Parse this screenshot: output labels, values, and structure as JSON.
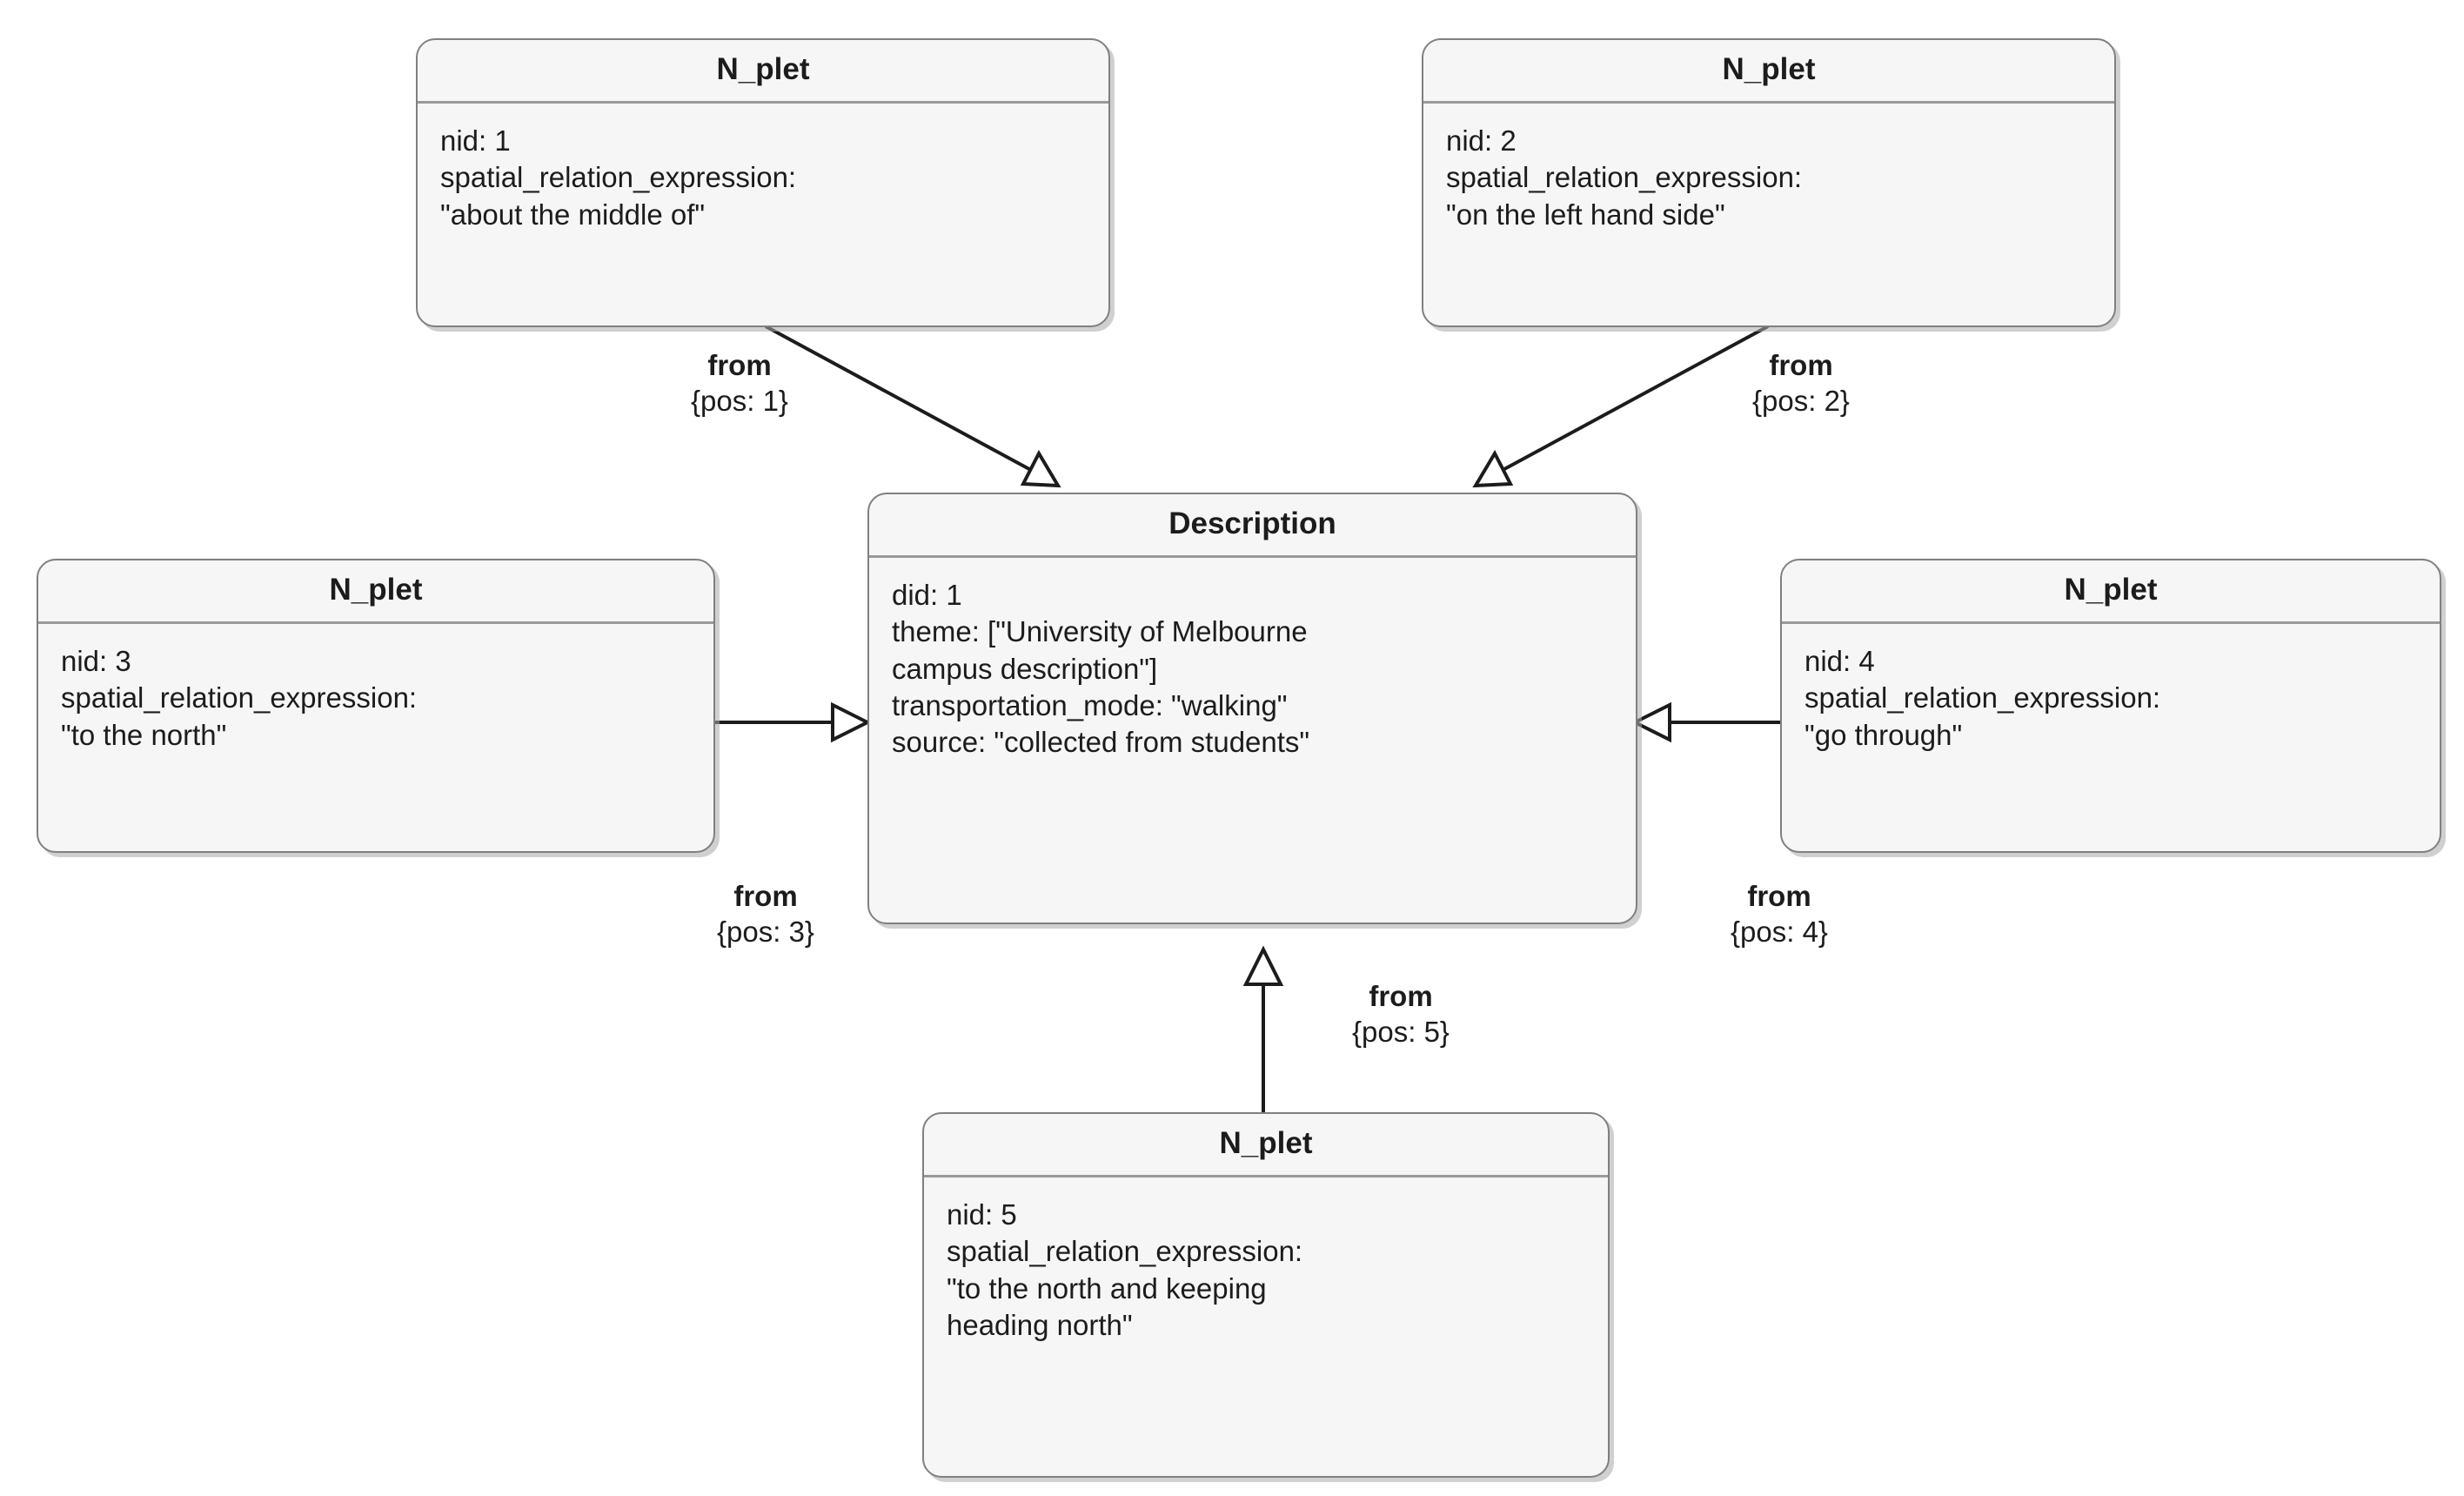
{
  "diagram": {
    "type": "uml-object-diagram",
    "background_color": "#ffffff",
    "box_fill_color": "#f6f6f6",
    "box_border_color": "#808080",
    "text_color": "#1c1c1c",
    "edge_color": "#1c1c1c",
    "arrowhead_style": "hollow-triangle",
    "arrowhead_fill": "#ffffff"
  },
  "nodes": {
    "nplet1": {
      "title": "N_plet",
      "attrs": [
        "nid: 1",
        "spatial_relation_expression:",
        "\"about the middle of\""
      ]
    },
    "nplet2": {
      "title": "N_plet",
      "attrs": [
        "nid: 2",
        "spatial_relation_expression:",
        "\"on the left hand side\""
      ]
    },
    "nplet3": {
      "title": "N_plet",
      "attrs": [
        "nid: 3",
        "spatial_relation_expression:",
        "\"to the north\""
      ]
    },
    "nplet4": {
      "title": "N_plet",
      "attrs": [
        "nid: 4",
        "spatial_relation_expression:",
        "\"go through\""
      ]
    },
    "nplet5": {
      "title": "N_plet",
      "attrs": [
        "nid: 5",
        "spatial_relation_expression:",
        "\"to the north and keeping",
        "heading north\""
      ]
    },
    "description": {
      "title": "Description",
      "attrs": [
        "did: 1",
        "theme: [\"University of Melbourne",
        "campus description\"]",
        "transportation_mode: \"walking\"",
        "source: \"collected from students\""
      ]
    }
  },
  "edges": [
    {
      "id": "edge1",
      "from": "nplet1",
      "to": "description",
      "role": "from",
      "property": "{pos: 1}"
    },
    {
      "id": "edge2",
      "from": "nplet2",
      "to": "description",
      "role": "from",
      "property": "{pos: 2}"
    },
    {
      "id": "edge3",
      "from": "nplet3",
      "to": "description",
      "role": "from",
      "property": "{pos: 3}"
    },
    {
      "id": "edge4",
      "from": "nplet4",
      "to": "description",
      "role": "from",
      "property": "{pos: 4}"
    },
    {
      "id": "edge5",
      "from": "nplet5",
      "to": "description",
      "role": "from",
      "property": "{pos: 5}"
    }
  ]
}
